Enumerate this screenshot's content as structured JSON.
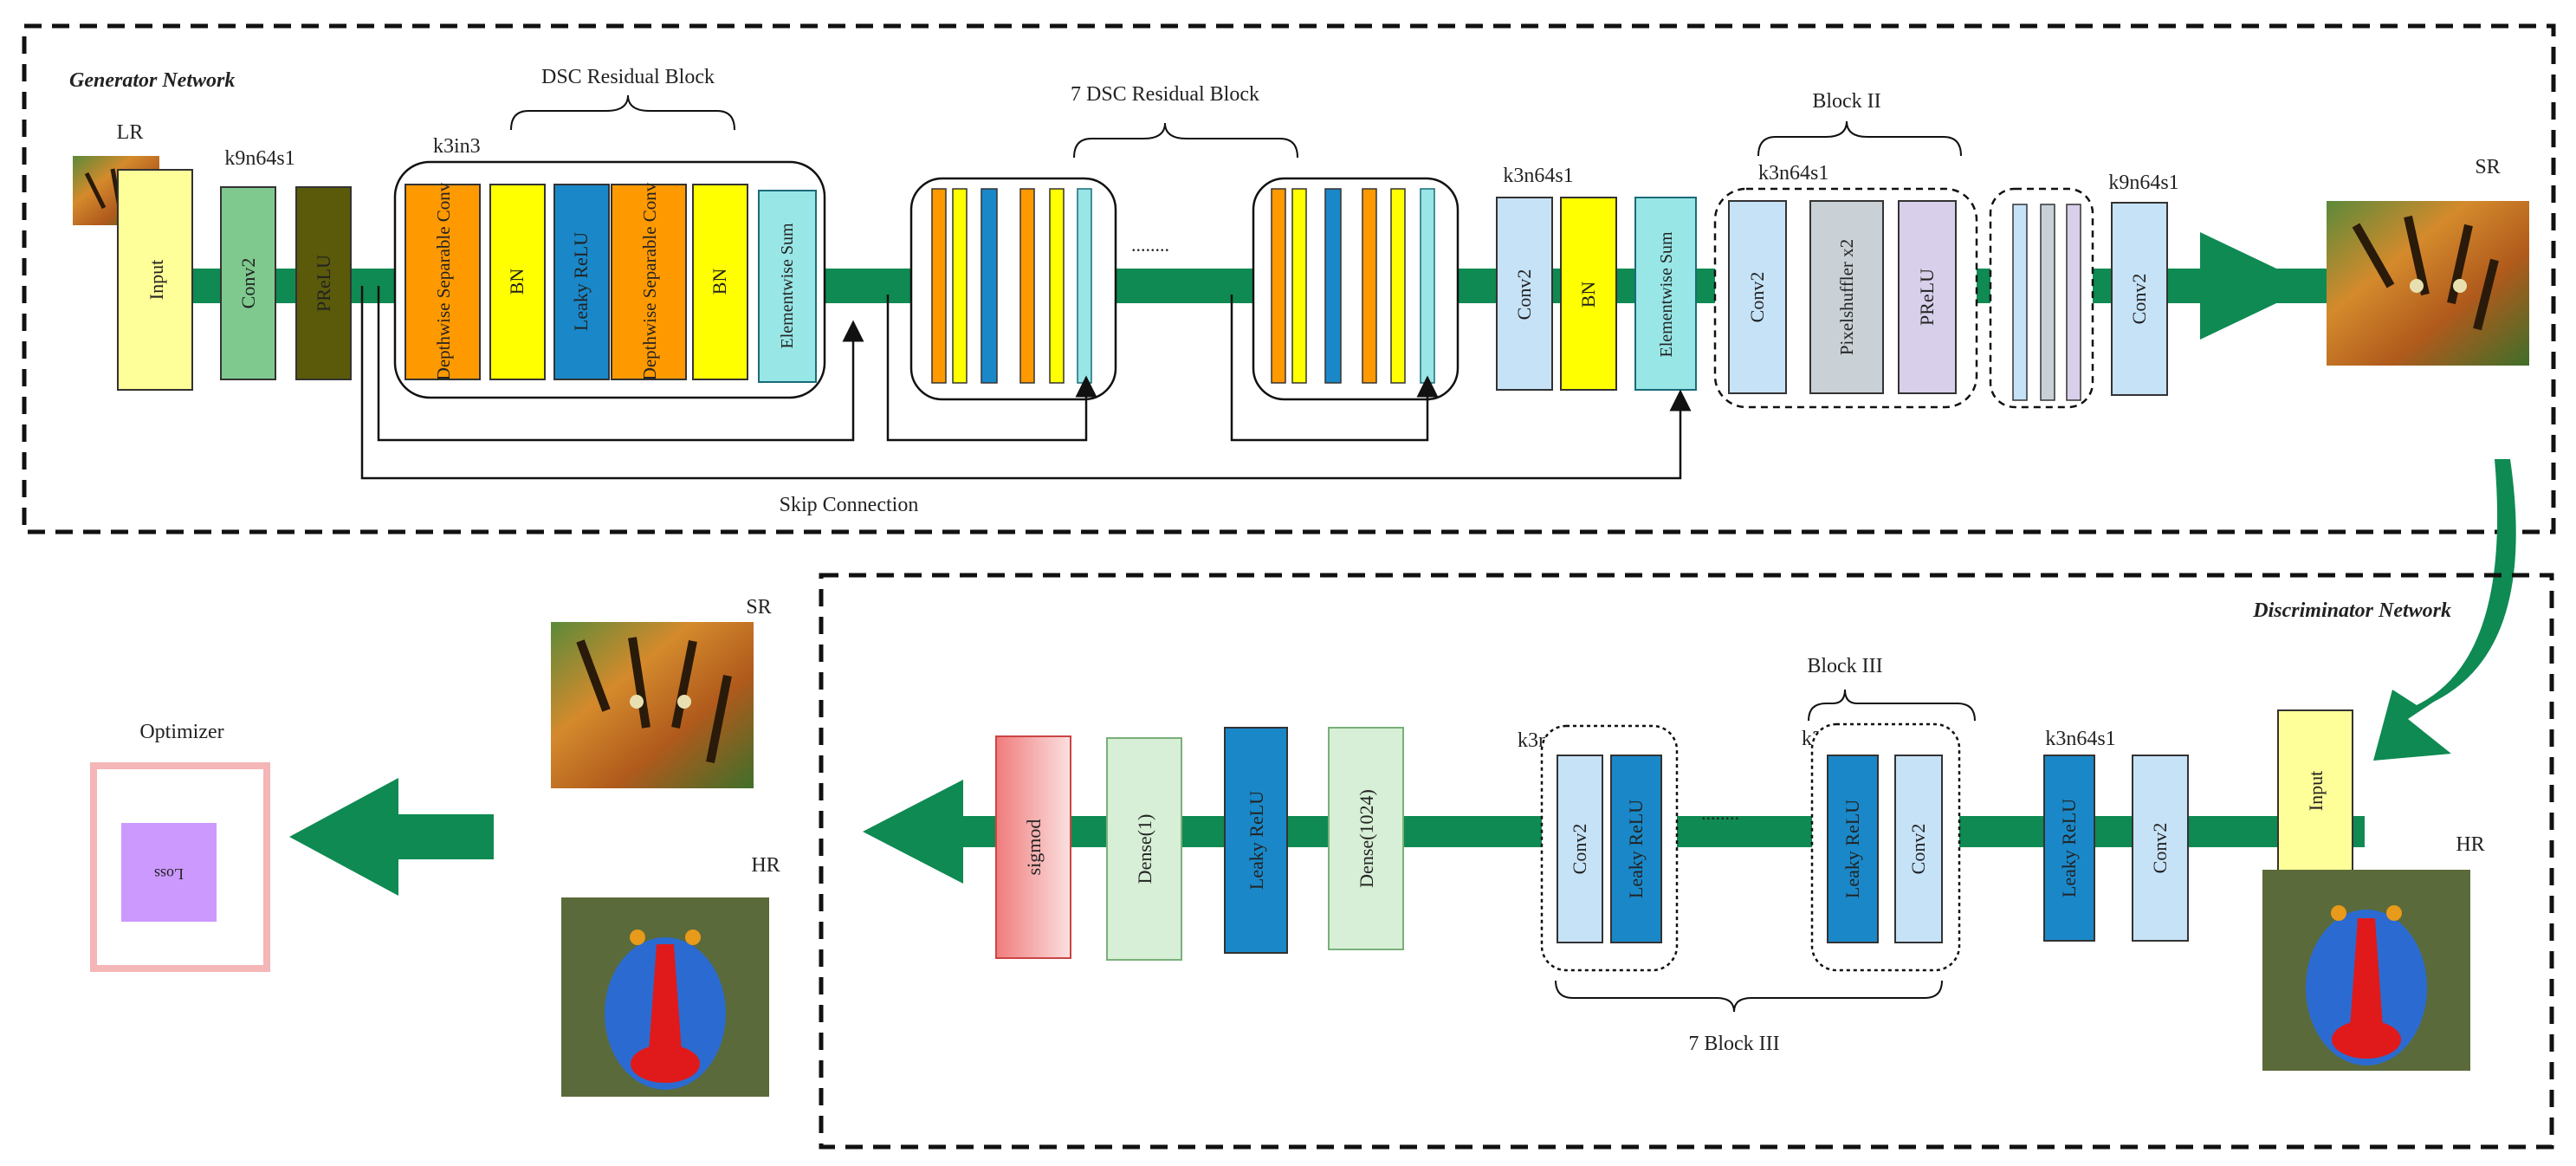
{
  "generator": {
    "title": "Generator Network",
    "lr_label": "LR",
    "sr_label": "SR",
    "input_label": "Input",
    "conv_label_1": "k9n64s1",
    "conv2": "Conv2",
    "prelu": "PReLU",
    "dsc_block_title": "DSC Residual Block",
    "dsc_block_param": "k3in3",
    "depthwise_conv": "Depthwise Separable Conv",
    "bn": "BN",
    "leaky_relu": "Leaky ReLU",
    "elementwise_sum": "Elementwise Sum",
    "seven_dsc_title": "7 DSC Residual Block",
    "dots": "........",
    "conv_label_2": "k3n64s1",
    "block2_title": "Block II",
    "block2_param": "k3n64s1",
    "pixelshuffler": "Pixelshuffler x2",
    "prelu_block2": "PReLU",
    "conv_label_final": "k9n64s1",
    "skip_connection": "Skip Connection"
  },
  "discriminator": {
    "title": "Discriminator Network",
    "input_label": "Input",
    "hr_label": "HR",
    "conv_label_1": "k3n64s1",
    "conv2": "Conv2",
    "leaky_relu": "Leaky ReLU",
    "block3_title": "Block III",
    "block3_param": "k3n64s1",
    "block3_param_2": "k3n64s1",
    "seven_block3": "7 Block III",
    "dense_1024": "Dense(1024)",
    "dense_1": "Dense(1)",
    "sigmoid": "sigmod",
    "dots": "........"
  },
  "optimizer": {
    "title": "Optimizer",
    "loss": "Loss",
    "sr_label": "SR",
    "hr_label": "HR"
  },
  "colors": {
    "pipe": "#0f8a52",
    "input": "#ffff99",
    "conv_green": "#7fc98f",
    "prelu": "#5a5a0a",
    "orange": "#ff9900",
    "yellow": "#ffff00",
    "blue": "#1a88c8",
    "cyan": "#99e6e6",
    "light_blue": "#c6e2f7",
    "grey": "#c9d1d6",
    "lavender": "#d8d0ea",
    "dense": "#d6efd6",
    "sigmoid": "#f07c7c",
    "loss": "#cc99ff",
    "loss_border": "#f4b6b6"
  }
}
